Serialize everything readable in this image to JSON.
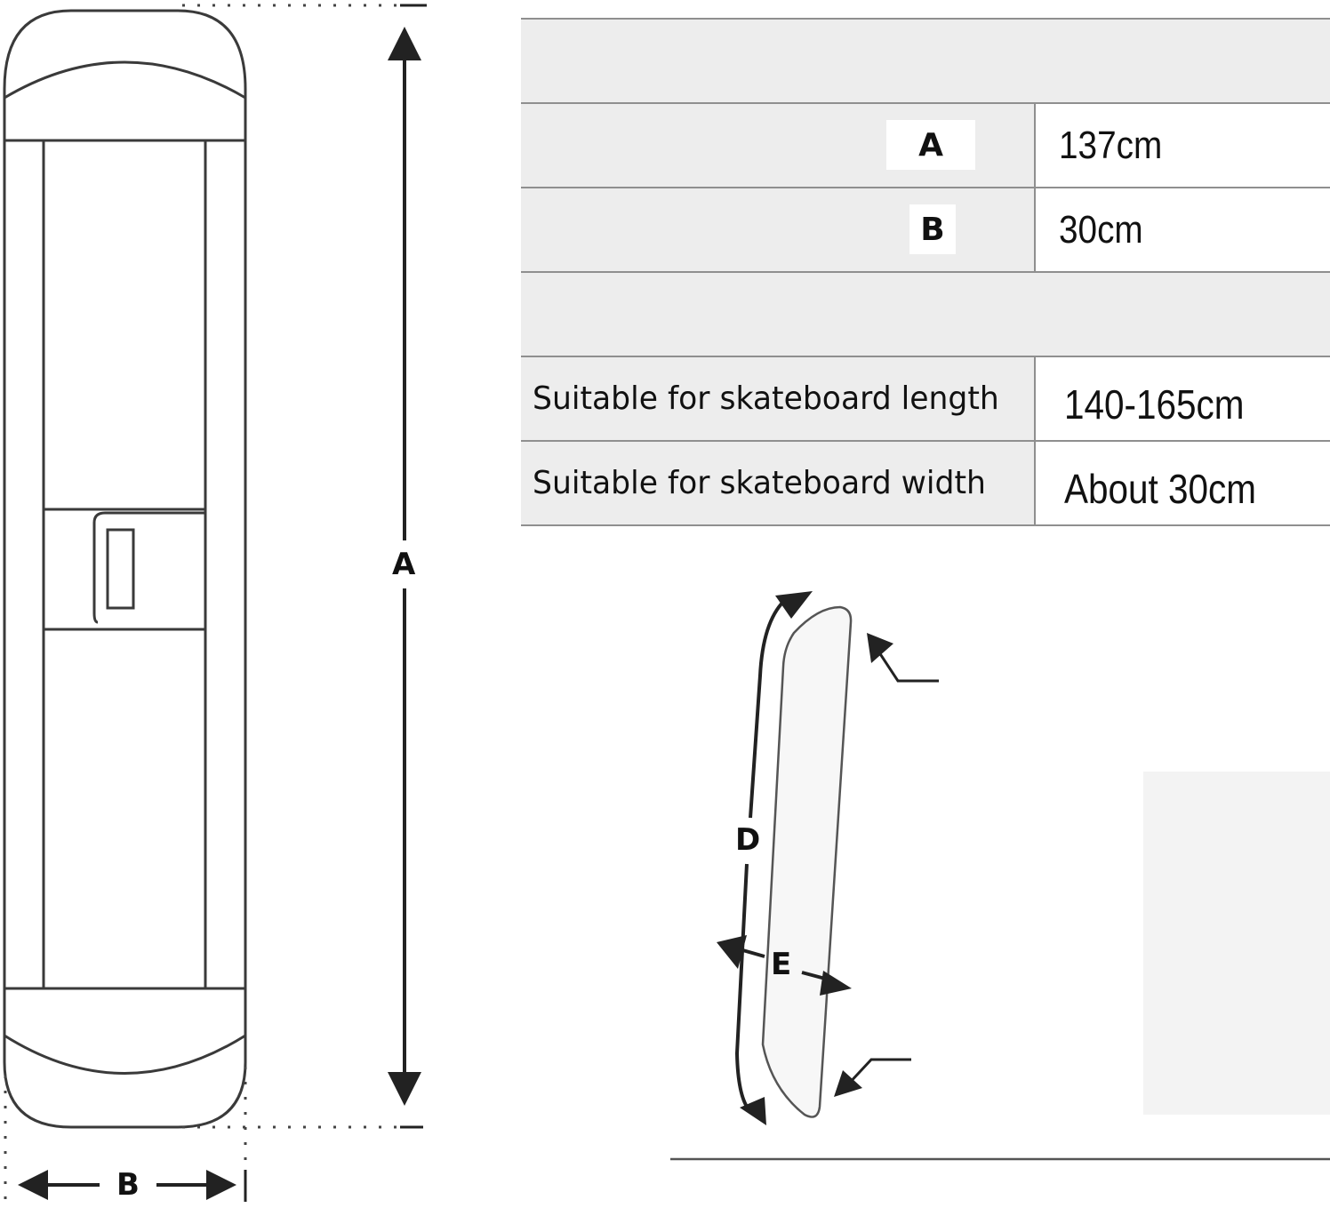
{
  "dimension_labels": {
    "length": "A",
    "width": "B",
    "board_length": "D",
    "board_width": "E"
  },
  "spec_rows": [
    {
      "key": "A",
      "value": "137cm"
    },
    {
      "key": "B",
      "value": "30cm"
    }
  ],
  "suitability_rows": [
    {
      "label": "Suitable for skateboard length",
      "value": "140-165cm"
    },
    {
      "label": "Suitable for skateboard width",
      "value": "About 30cm"
    }
  ],
  "colors": {
    "line": "#222222",
    "row_fill": "#ededed",
    "divider": "#8f8f8f"
  }
}
